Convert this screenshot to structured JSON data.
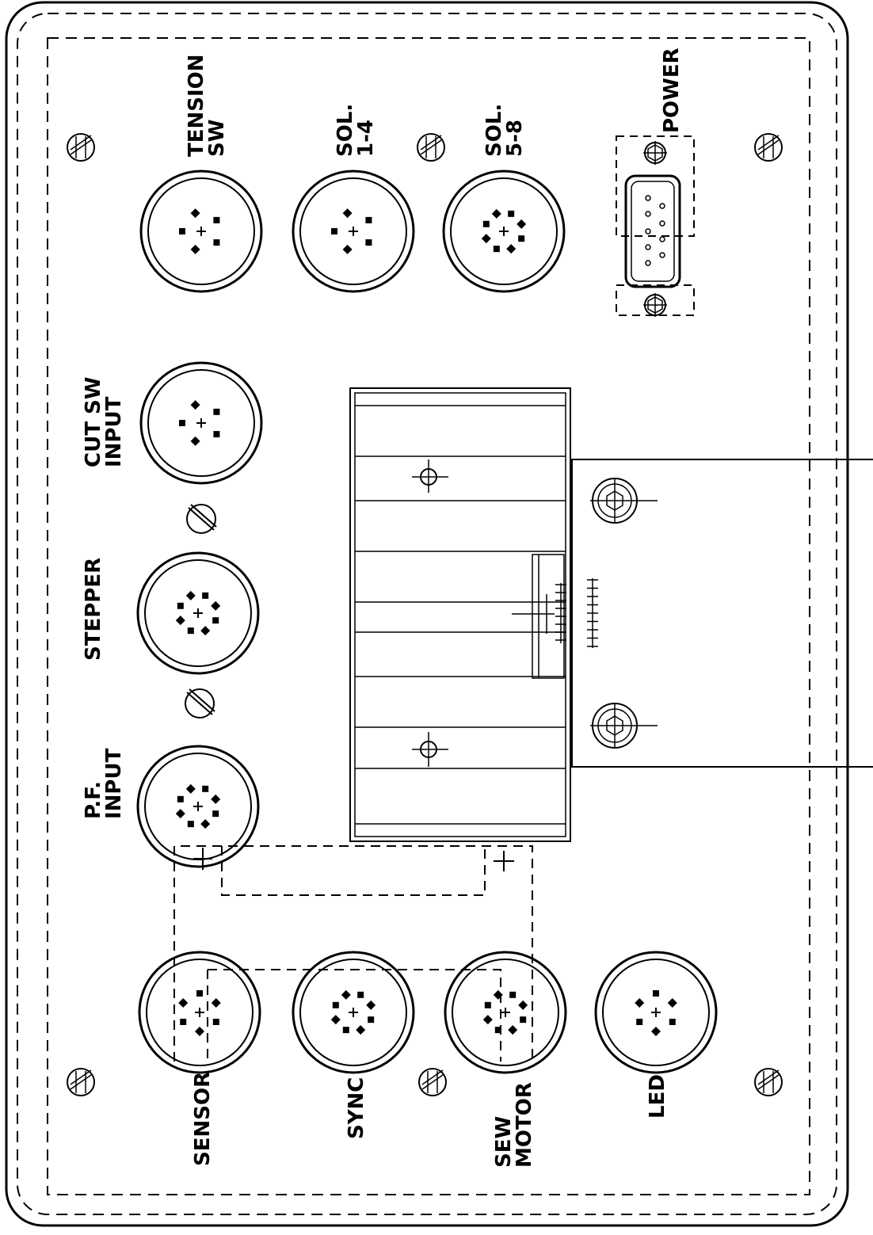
{
  "labels": {
    "tension_sw": [
      "TENSION",
      "SW"
    ],
    "sol_1_4": [
      "SOL.",
      "1-4"
    ],
    "sol_5_8": [
      "SOL.",
      "5-8"
    ],
    "power": [
      "POWER"
    ],
    "cut_sw_input": [
      "CUT SW",
      "INPUT"
    ],
    "stepper": [
      "STEPPER"
    ],
    "pf_input": [
      "P.F.",
      "INPUT"
    ],
    "sensor": [
      "SENSOR"
    ],
    "sync": [
      "SYNC"
    ],
    "sew_motor": [
      "SEW",
      "MOTOR"
    ],
    "led": [
      "LED"
    ]
  },
  "colors": {
    "line": "#000000",
    "background": "#ffffff"
  }
}
